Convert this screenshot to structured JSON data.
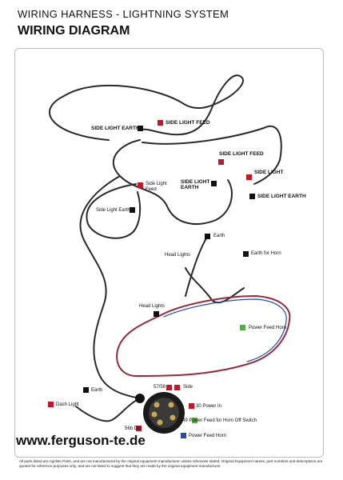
{
  "header": {
    "title": "WIRING HARNESS - LIGHTNING SYSTEM",
    "subtitle": "WIRING DIAGRAM"
  },
  "labels": {
    "side_light_feed_top": "SIDE LIGHT FEED",
    "side_light_earth_top": "SIDE LIGHT EARTH",
    "side_light_feed_right": "SIDE LIGHT FEED",
    "side_light_earth_mid": "SIDE LIGHT\nEARTH",
    "side_light_right": "SIDE LIGHT",
    "side_light_earth_right": "SIDE LIGHT EARTH",
    "side_light_feed_left": "Side Light\nFeed",
    "side_light_earth_left": "Side Light Earth",
    "earth_mid": "Earth",
    "earth_for_horn": "Earth for Horn",
    "head_lights_top": "Head Lights",
    "head_lights_mid": "Head Lights",
    "power_feed_horn": "Power Feed Horn",
    "earth_bottom": "Earth",
    "dash_light": "Dash Light",
    "t5758": "57/58",
    "side": "Side",
    "power_in": "30 Power In",
    "power_feed_off": "49   Power Feed for Horn Off Switch",
    "dip": "56b   Dip",
    "power_feed_horn_bottom": "Power Feed Horn"
  },
  "footer": {
    "url": "www.ferguson-te.de",
    "disclaimer": "All parts listed are Agriline Parts, and are not manufactured by the original equipment manufacturer unless otherwise stated. Original Equipment names, part numbers and descriptions are quoted for reference purposes only, and are not listed to suggest that they are made by the original equipment manufacturer."
  },
  "colors": {
    "red_marker": "#c0182a",
    "black_marker": "#111111",
    "green_marker": "#5aa84a",
    "blue_marker": "#2a4aa8",
    "wire": "#2a2a2a"
  }
}
